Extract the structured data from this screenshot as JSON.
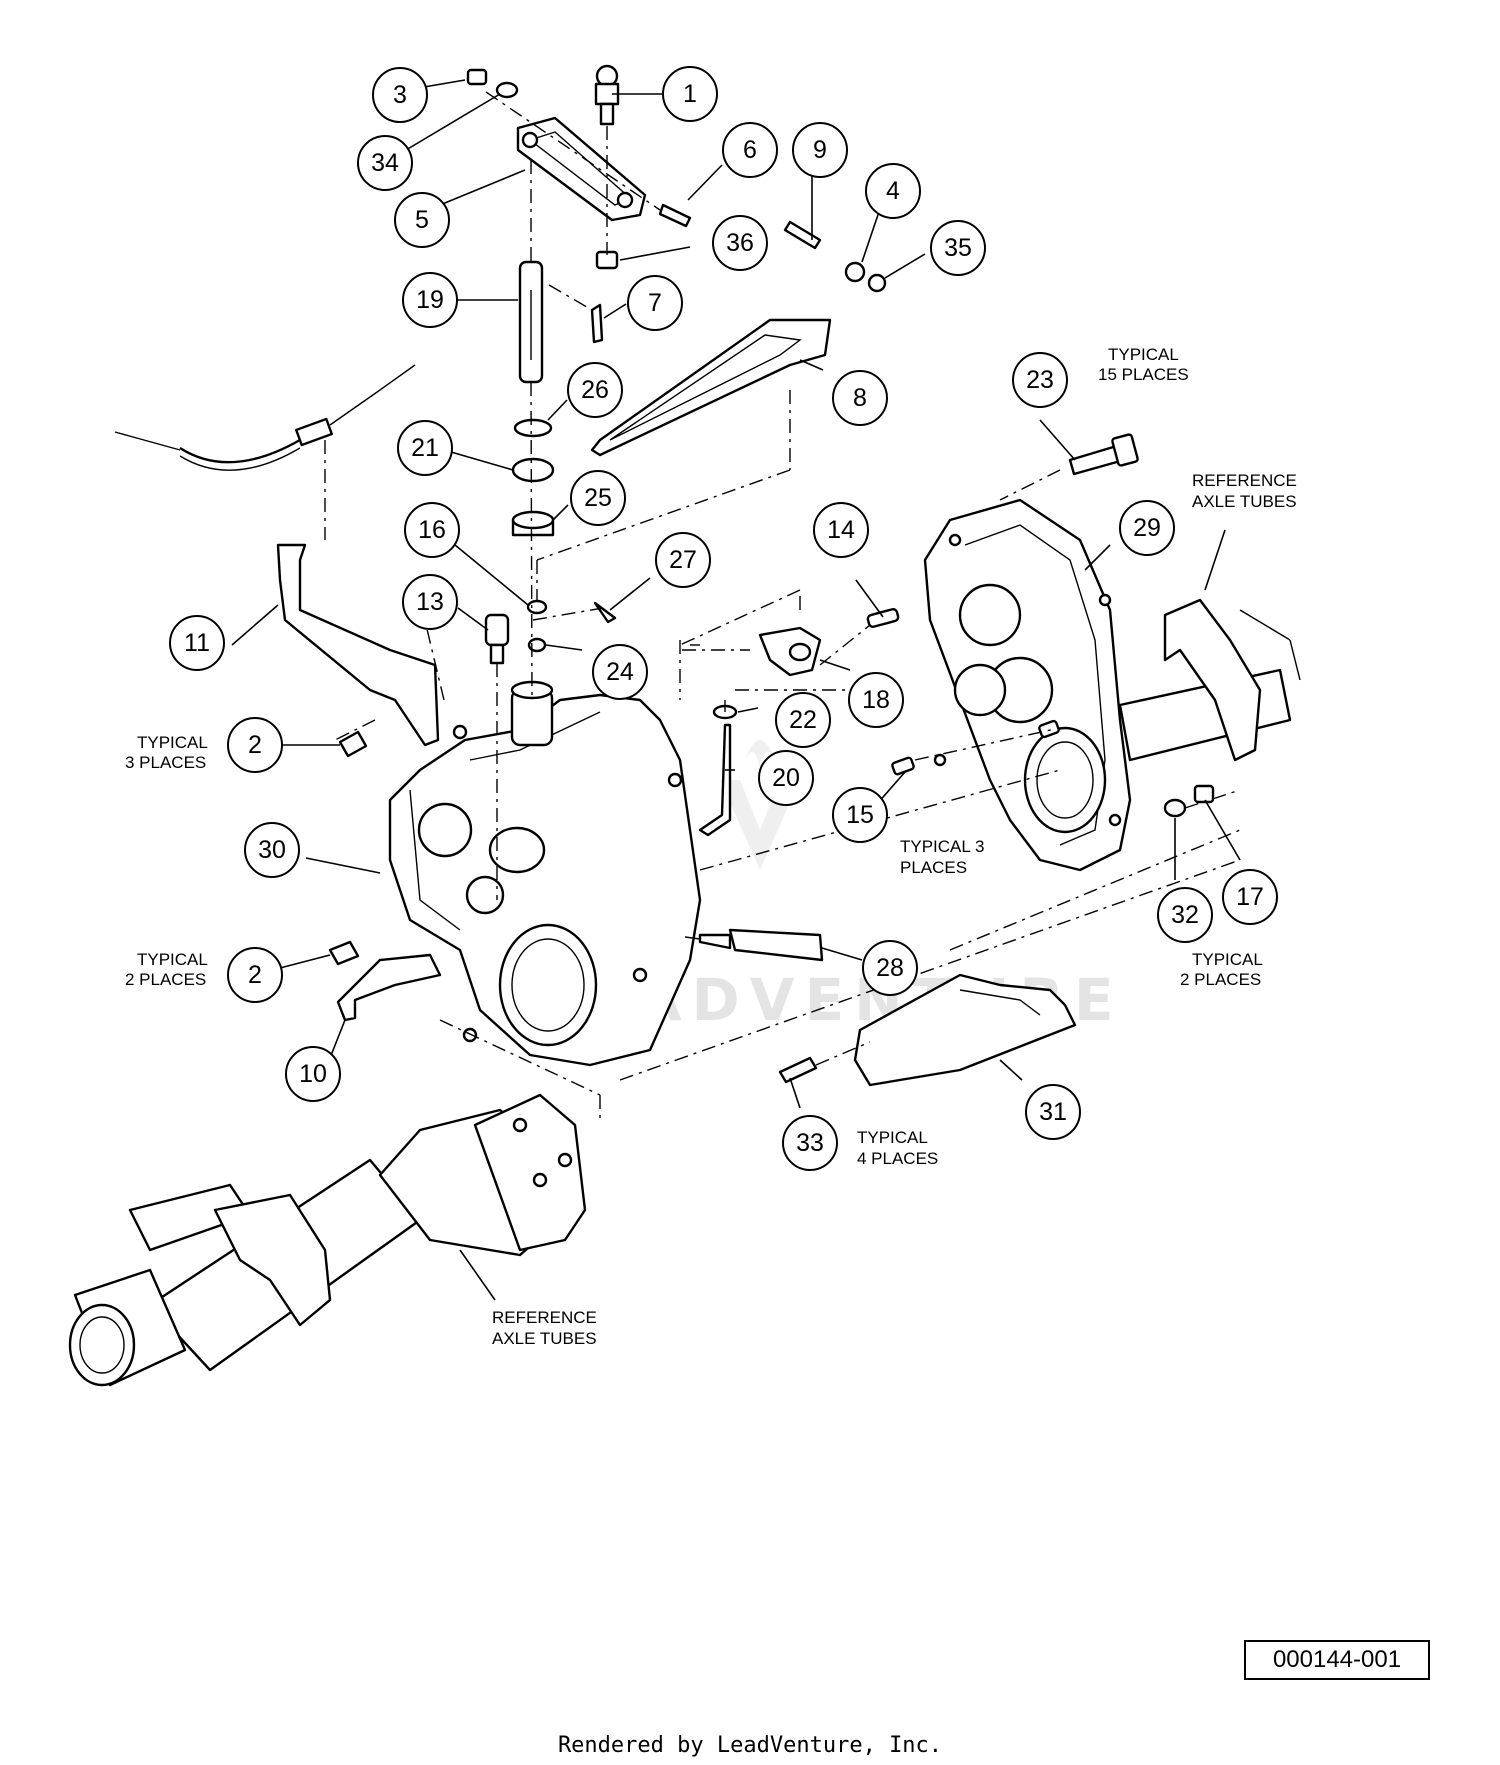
{
  "diagram": {
    "callouts": [
      "1",
      "2",
      "2",
      "3",
      "4",
      "5",
      "6",
      "7",
      "8",
      "9",
      "10",
      "11",
      "13",
      "14",
      "15",
      "16",
      "17",
      "18",
      "19",
      "20",
      "21",
      "22",
      "23",
      "24",
      "25",
      "26",
      "27",
      "28",
      "29",
      "30",
      "31",
      "32",
      "33",
      "34",
      "35",
      "36"
    ],
    "notes": {
      "typical_15": [
        "TYPICAL",
        "15 PLACES"
      ],
      "reference_axle_right": [
        "REFERENCE",
        "AXLE TUBES"
      ],
      "typical_3_left": [
        "TYPICAL",
        "3 PLACES"
      ],
      "typical_3_center": [
        "TYPICAL 3",
        "PLACES"
      ],
      "typical_2_left": [
        "TYPICAL",
        "2 PLACES"
      ],
      "typical_2_right": [
        "TYPICAL",
        "2 PLACES"
      ],
      "typical_4": [
        "TYPICAL",
        "4 PLACES"
      ],
      "reference_axle_left": [
        "REFERENCE",
        "AXLE TUBES"
      ]
    },
    "watermark": "LEADVENTURE",
    "drawing_number": "000144-001",
    "footer": "Rendered by LeadVenture, Inc."
  }
}
